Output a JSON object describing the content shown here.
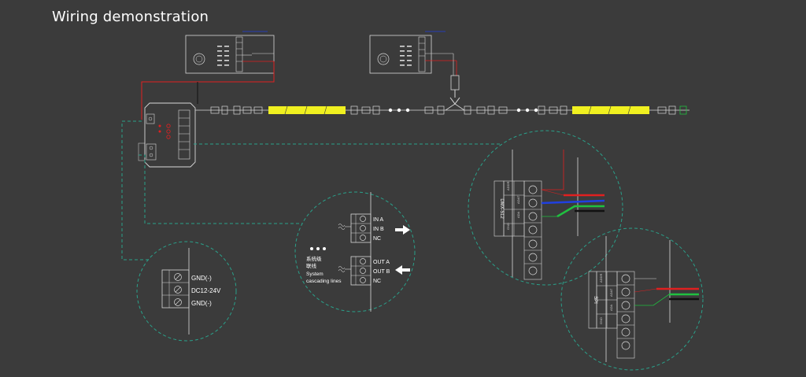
{
  "title": "Wiring demonstration",
  "power_zoom": {
    "terminals": [
      "GND(-)",
      "DC12-24V",
      "GND(-)"
    ]
  },
  "cascade_zoom": {
    "inputs": [
      "IN A",
      "IN B",
      "NC"
    ],
    "outputs": [
      "OUT A",
      "OUT B",
      "NC"
    ],
    "note_cn_1": "系统级",
    "note_cn_2": "联线",
    "note_en_1": "System",
    "note_en_2": "cascading lines"
  },
  "dmx_zoom": {
    "header": "DMX-512",
    "pins": [
      "GND",
      "ADA",
      "ADAT",
      "ADDR"
    ]
  },
  "spi_zoom": {
    "header": "SPI",
    "pins": [
      "GND",
      "ADA",
      "ADAT",
      "ADDR"
    ]
  },
  "wire_colors": {
    "red": "#e02020",
    "blue": "#2040e0",
    "green": "#20c040",
    "black": "#111111",
    "strip": "#f0f020",
    "teal": "#2aa08a"
  }
}
